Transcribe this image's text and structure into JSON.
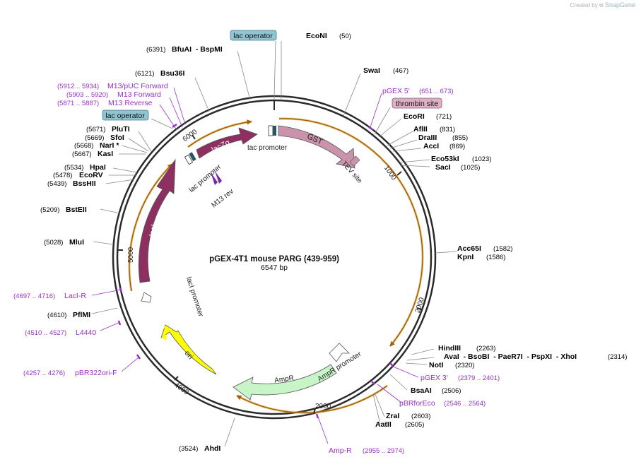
{
  "watermark": {
    "prefix": "Created by",
    "brand": "SnapGene"
  },
  "map": {
    "name": "pGEX-4T1 mouse PARG (439-959)",
    "length": "6547 bp"
  },
  "colors": {
    "backbone": "#2b2b2b",
    "lacI": "#8e2f62",
    "lacZa": "#8e2f62",
    "GST": "#c993ab",
    "thrombin": "#c993ab",
    "AmpR": "#c8f5c8",
    "ori": "#ffff00",
    "primer": "#9b30c8",
    "operator": "#8fc5d2",
    "orf": "#e8a030"
  },
  "ticks": [
    "1000",
    "2000",
    "2000",
    "4000",
    "5000",
    "6000"
  ],
  "features": {
    "lacZa": "lacZα",
    "lacI": "lacI",
    "GST": "GST",
    "ori": "ori",
    "AmpR": "AmpR",
    "tac_promoter": "tac promoter",
    "lac_promoter": "lac promoter",
    "lacI_promoter": "lacI promoter",
    "AmpR_promoter": "AmpR promoter",
    "TEV_site": "TEV site",
    "M13_rev": "M13 rev"
  },
  "boxed_labels": {
    "lac_operator_top": "lac operator",
    "lac_operator_left": "lac operator",
    "thrombin_site": "thrombin site"
  },
  "sites_right": [
    {
      "name": "EcoNI",
      "pos": "(50)"
    },
    {
      "name": "SwaI",
      "pos": "(467)"
    },
    {
      "name": "EcoRI",
      "pos": "(721)"
    },
    {
      "name": "AflII",
      "pos": "(831)"
    },
    {
      "name": "DraIII",
      "pos": "(855)"
    },
    {
      "name": "AccI",
      "pos": "(869)"
    },
    {
      "name": "Eco53kI",
      "pos": "(1023)"
    },
    {
      "name": "SacI",
      "pos": "(1025)"
    },
    {
      "name": "Acc65I",
      "pos": "(1582)"
    },
    {
      "name": "KpnI",
      "pos": "(1586)"
    },
    {
      "name": "HindIII",
      "pos": "(2263)"
    },
    {
      "name": "AvaI  - BsoBI  - PaeR7I  - PspXI  - XhoI",
      "pos": "(2314)"
    },
    {
      "name": "NotI",
      "pos": "(2320)"
    },
    {
      "name": "BsaAI",
      "pos": "(2506)"
    },
    {
      "name": "ZraI",
      "pos": "(2603)"
    },
    {
      "name": "AatII",
      "pos": "(2605)"
    },
    {
      "name": "AhdI",
      "pos": "(3524)"
    }
  ],
  "sites_left": [
    {
      "name": "BfuAI  - BspMI",
      "pos": "(6391)"
    },
    {
      "name": "Bsu36I",
      "pos": "(6121)"
    },
    {
      "name": "PluTI",
      "pos": "(5671)"
    },
    {
      "name": "SfoI",
      "pos": "(5669)"
    },
    {
      "name": "NarI *",
      "pos": "(5668)"
    },
    {
      "name": "KasI",
      "pos": "(5667)"
    },
    {
      "name": "HpaI",
      "pos": "(5534)"
    },
    {
      "name": "EcoRV",
      "pos": "(5478)"
    },
    {
      "name": "BssHII",
      "pos": "(5439)"
    },
    {
      "name": "BstEII",
      "pos": "(5209)"
    },
    {
      "name": "MluI",
      "pos": "(5028)"
    },
    {
      "name": "PflMI",
      "pos": "(4610)"
    }
  ],
  "primers": [
    {
      "name": "pGEX 5'",
      "pos": "(651 .. 673)"
    },
    {
      "name": "M13/pUC Forward",
      "pos": "(5912 .. 5934)"
    },
    {
      "name": "M13 Forward",
      "pos": "(5903 .. 5920)"
    },
    {
      "name": "M13 Reverse",
      "pos": "(5871 .. 5887)"
    },
    {
      "name": "LacI-R",
      "pos": "(4697 .. 4716)"
    },
    {
      "name": "L4440",
      "pos": "(4510 .. 4527)"
    },
    {
      "name": "pBR322ori-F",
      "pos": "(4257 .. 4276)"
    },
    {
      "name": "pGEX 3'",
      "pos": "(2379 .. 2401)"
    },
    {
      "name": "pBRforEco",
      "pos": "(2546 .. 2564)"
    },
    {
      "name": "Amp-R",
      "pos": "(2955 .. 2974)"
    }
  ]
}
